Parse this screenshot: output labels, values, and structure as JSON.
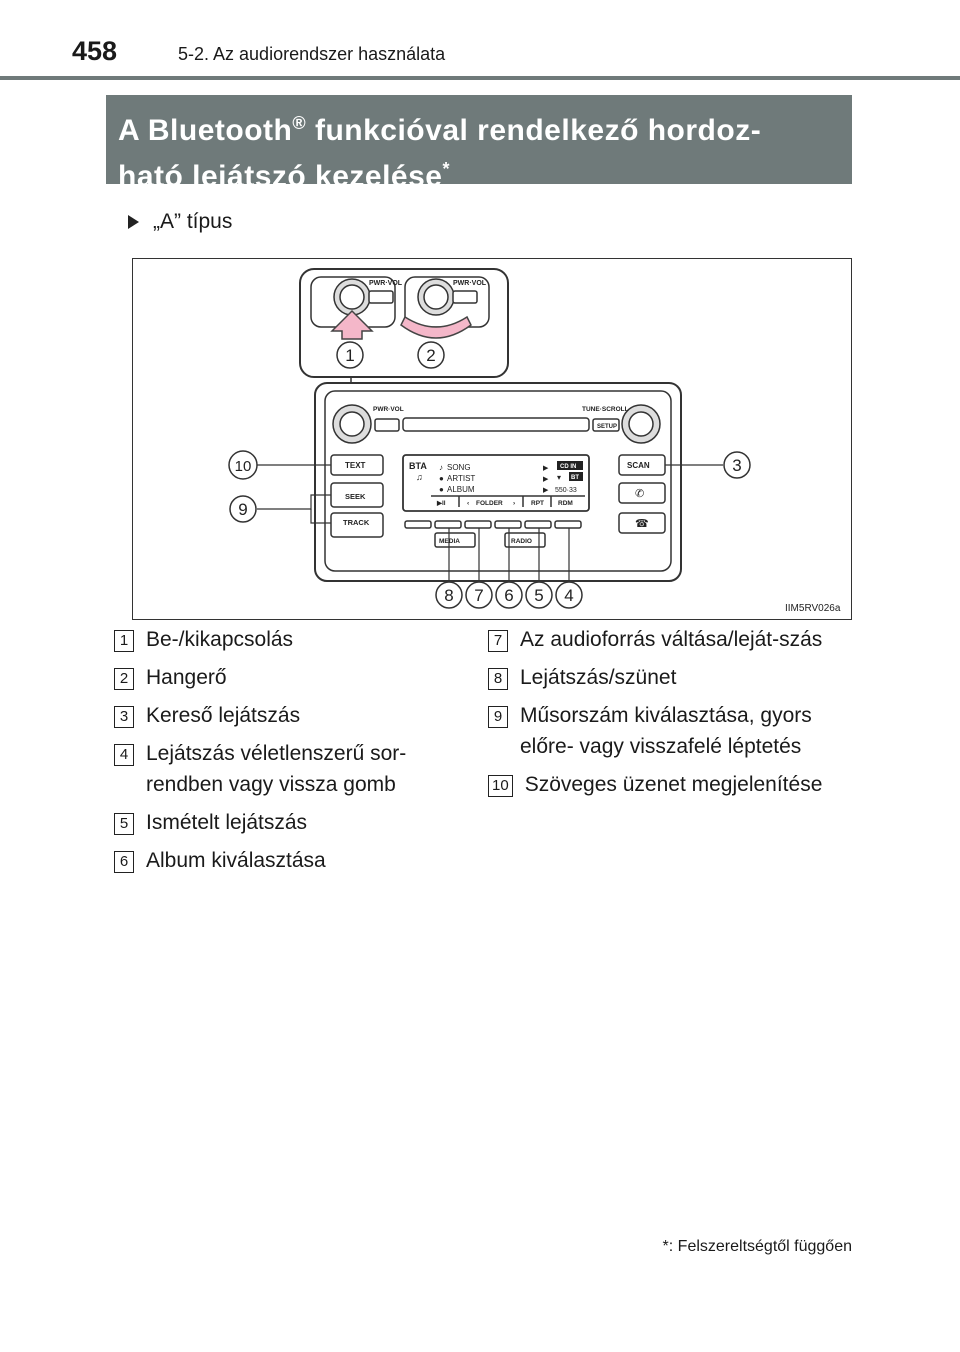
{
  "header": {
    "page_number": "458",
    "section": "5-2. Az audiorendszer használata"
  },
  "title": {
    "line1_a": "A Bluetooth",
    "line1_reg": "®",
    "line1_b": " funkcióval rendelkező hordoz-",
    "line2": "ható lejátszó kezelése",
    "line2_mark": "*"
  },
  "variant_label": "„A” típus",
  "figure": {
    "code": "IIM5RV026a",
    "labels": {
      "pwr_vol": "PWR·VOL",
      "tune_scroll": "TUNE·SCROLL",
      "setup": "SETUP",
      "text": "TEXT",
      "seek": "SEEK",
      "track": "TRACK",
      "scan": "SCAN",
      "media": "MEDIA",
      "radio": "RADIO",
      "folder": "FOLDER",
      "rpt": "RPT",
      "rdm": "RDM",
      "bta": "BTA",
      "song": "SONG",
      "artist": "ARTIST",
      "album": "ALBUM",
      "cd_in": "CD IN",
      "bt": "BT",
      "time": "550·33",
      "play_pause": "▶ll"
    },
    "callouts": [
      "1",
      "2",
      "3",
      "4",
      "5",
      "6",
      "7",
      "8",
      "9",
      "10"
    ]
  },
  "legend_left": [
    {
      "num": "1",
      "text": "Be-/kikapcsolás"
    },
    {
      "num": "2",
      "text": "Hangerő"
    },
    {
      "num": "3",
      "text": "Kereső lejátszás"
    },
    {
      "num": "4",
      "text": "Lejátszás véletlenszerű sor-rendben vagy vissza gomb"
    },
    {
      "num": "5",
      "text": "Ismételt lejátszás"
    },
    {
      "num": "6",
      "text": "Album kiválasztása"
    }
  ],
  "legend_right": [
    {
      "num": "7",
      "text": "Az audioforrás váltása/leját-szás"
    },
    {
      "num": "8",
      "text": "Lejátszás/szünet"
    },
    {
      "num": "9",
      "text": "Műsorszám kiválasztása, gyors előre- vagy visszafelé léptetés"
    },
    {
      "num": "10",
      "text": "Szöveges üzenet megjelenítése"
    }
  ],
  "footnote": {
    "mark": "*",
    "text": ": Felszereltségtől függően"
  }
}
